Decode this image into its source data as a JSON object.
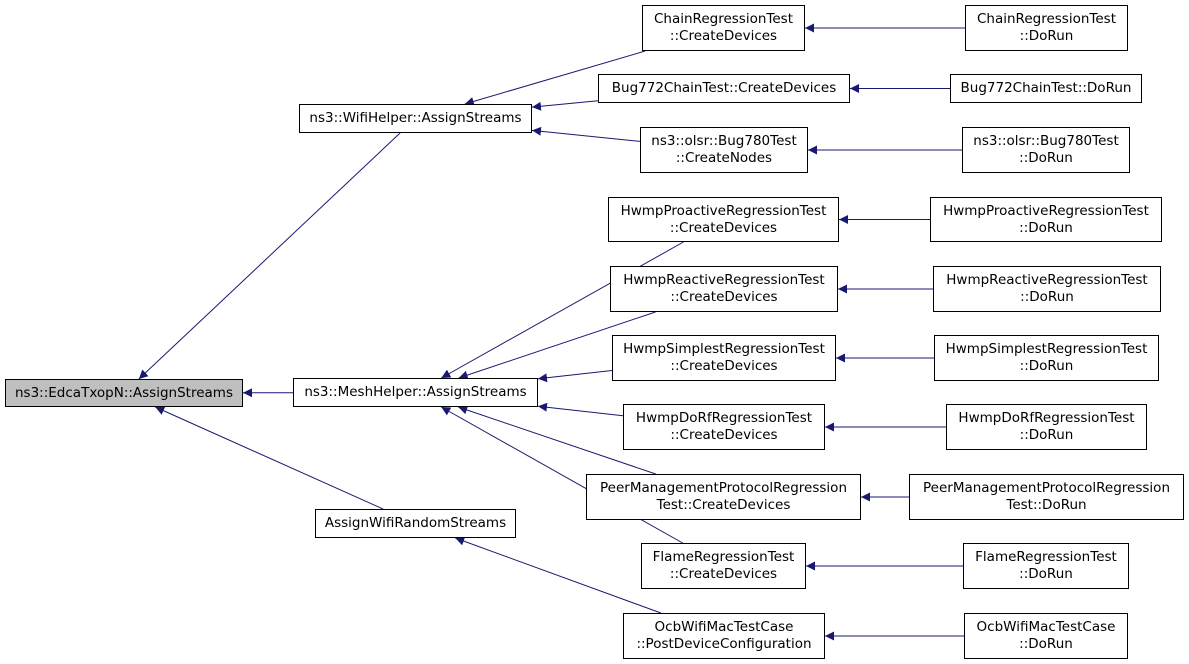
{
  "nodes": {
    "edca": [
      "ns3::EdcaTxopN::AssignStreams"
    ],
    "wifiHelper": [
      "ns3::WifiHelper::AssignStreams"
    ],
    "meshHelper": [
      "ns3::MeshHelper::AssignStreams"
    ],
    "assignRandom": [
      "AssignWifiRandomStreams"
    ],
    "chainCD": [
      "ChainRegressionTest",
      "::CreateDevices"
    ],
    "bug772CD": [
      "Bug772ChainTest::CreateDevices"
    ],
    "bug780CN": [
      "ns3::olsr::Bug780Test",
      "::CreateNodes"
    ],
    "hwmpProCD": [
      "HwmpProactiveRegressionTest",
      "::CreateDevices"
    ],
    "hwmpReaCD": [
      "HwmpReactiveRegressionTest",
      "::CreateDevices"
    ],
    "hwmpSimCD": [
      "HwmpSimplestRegressionTest",
      "::CreateDevices"
    ],
    "hwmpDoRfCD": [
      "HwmpDoRfRegressionTest",
      "::CreateDevices"
    ],
    "peerCD": [
      "PeerManagementProtocolRegression",
      "Test::CreateDevices"
    ],
    "flameCD": [
      "FlameRegressionTest",
      "::CreateDevices"
    ],
    "ocbPDC": [
      "OcbWifiMacTestCase",
      "::PostDeviceConfiguration"
    ],
    "chainRun": [
      "ChainRegressionTest",
      "::DoRun"
    ],
    "bug772Run": [
      "Bug772ChainTest::DoRun"
    ],
    "bug780Run": [
      "ns3::olsr::Bug780Test",
      "::DoRun"
    ],
    "hwmpProRun": [
      "HwmpProactiveRegressionTest",
      "::DoRun"
    ],
    "hwmpReaRun": [
      "HwmpReactiveRegressionTest",
      "::DoRun"
    ],
    "hwmpSimRun": [
      "HwmpSimplestRegressionTest",
      "::DoRun"
    ],
    "hwmpDoRfRun": [
      "HwmpDoRfRegressionTest",
      "::DoRun"
    ],
    "peerRun": [
      "PeerManagementProtocolRegression",
      "Test::DoRun"
    ],
    "flameRun": [
      "FlameRegressionTest",
      "::DoRun"
    ],
    "ocbRun": [
      "OcbWifiMacTestCase",
      "::DoRun"
    ]
  },
  "edges": [
    [
      "wifiHelper",
      "edca"
    ],
    [
      "meshHelper",
      "edca"
    ],
    [
      "assignRandom",
      "edca"
    ],
    [
      "chainCD",
      "wifiHelper"
    ],
    [
      "bug772CD",
      "wifiHelper"
    ],
    [
      "bug780CN",
      "wifiHelper"
    ],
    [
      "hwmpProCD",
      "meshHelper"
    ],
    [
      "hwmpReaCD",
      "meshHelper"
    ],
    [
      "hwmpSimCD",
      "meshHelper"
    ],
    [
      "hwmpDoRfCD",
      "meshHelper"
    ],
    [
      "peerCD",
      "meshHelper"
    ],
    [
      "flameCD",
      "meshHelper"
    ],
    [
      "ocbPDC",
      "assignRandom"
    ],
    [
      "chainRun",
      "chainCD"
    ],
    [
      "bug772Run",
      "bug772CD"
    ],
    [
      "bug780Run",
      "bug780CN"
    ],
    [
      "hwmpProRun",
      "hwmpProCD"
    ],
    [
      "hwmpReaRun",
      "hwmpReaCD"
    ],
    [
      "hwmpSimRun",
      "hwmpSimCD"
    ],
    [
      "hwmpDoRfRun",
      "hwmpDoRfCD"
    ],
    [
      "peerRun",
      "peerCD"
    ],
    [
      "flameRun",
      "flameCD"
    ],
    [
      "ocbRun",
      "ocbPDC"
    ]
  ],
  "colors": {
    "edge": "#191970",
    "node_border": "#000000",
    "root_fill": "#bfbfbf",
    "node_fill": "#ffffff"
  }
}
